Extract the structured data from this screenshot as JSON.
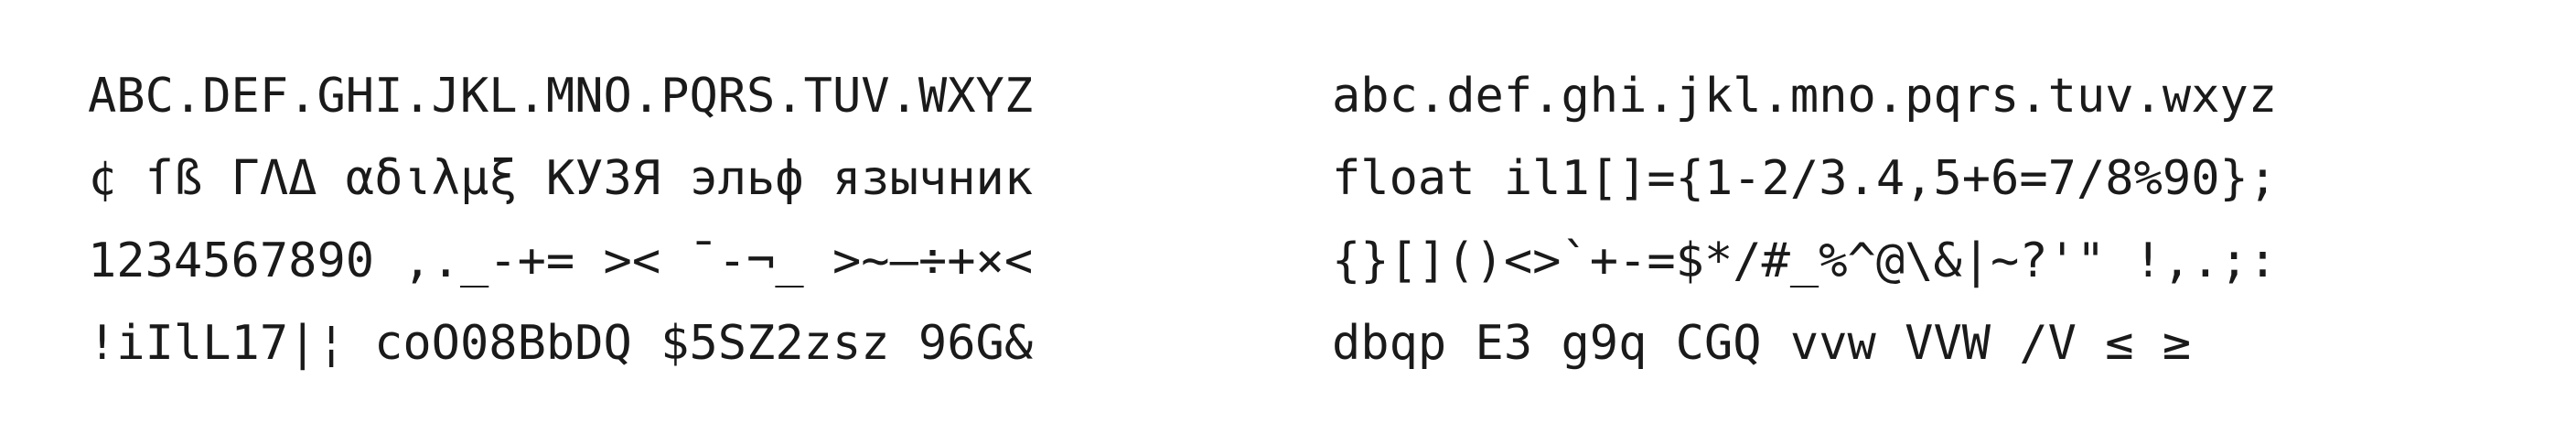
{
  "specimen": {
    "left_column": [
      "ABC.DEF.GHI.JKL.MNO.PQRS.TUV.WXYZ",
      "¢ ſß ΓΛΔ αδιλμξ КУЗЯ эльф язычник",
      "1234567890 ,._-+= >< ¯-¬_ >~–÷+×<",
      "!iIlL17|¦ coO08BbDQ $5SZ2zsz 96G&"
    ],
    "right_column": [
      "abc.def.ghi.jkl.mno.pqrs.tuv.wxyz",
      "float il1[]={1-2/3.4,5+6=7/8%90};",
      "{}[]()<>`+-=$*/#_%^@\\&|~?'\" !,.;:",
      "dbqp E3 g9q CGQ vvw VVW /V ≤ ≥"
    ]
  }
}
